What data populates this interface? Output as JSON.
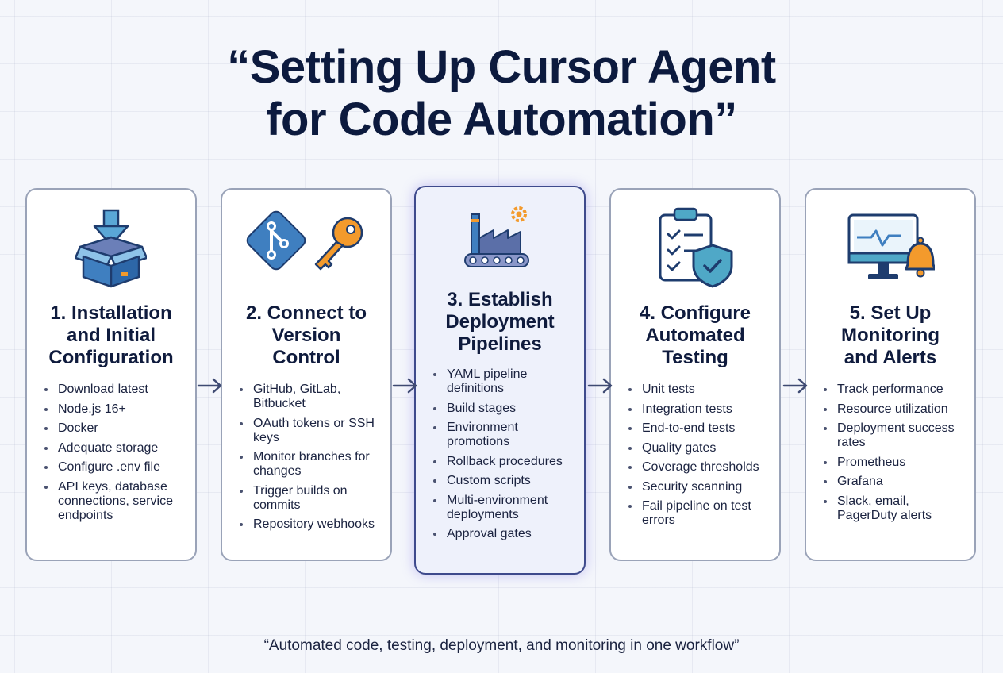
{
  "title": {
    "line1": "“Setting Up Cursor Agent",
    "line2": "for Code Automation”"
  },
  "steps": [
    {
      "heading": [
        "1. Installation",
        "and Initial",
        "Configuration"
      ],
      "icon": "package-download-icon",
      "items": [
        "Download latest",
        "Node.js 16+",
        "Docker",
        "Adequate storage",
        "Configure .env file",
        "API keys, database connections, service endpoints"
      ]
    },
    {
      "heading": [
        "2. Connect to",
        "Version",
        "Control"
      ],
      "icon": "git-and-key-icon",
      "items": [
        "GitHub, GitLab, Bitbucket",
        "OAuth tokens or SSH keys",
        "Monitor branches for changes",
        "Trigger builds on commits",
        "Repository webhooks"
      ]
    },
    {
      "heading": [
        "3. Establish",
        "Deployment",
        "Pipelines"
      ],
      "icon": "factory-pipeline-icon",
      "items": [
        "YAML pipeline definitions",
        "Build stages",
        "Environment promotions",
        "Rollback procedures",
        "Custom scripts",
        "Multi-environment deployments",
        "Approval gates"
      ]
    },
    {
      "heading": [
        "4. Configure",
        "Automated",
        "Testing"
      ],
      "icon": "clipboard-shield-icon",
      "items": [
        "Unit tests",
        "Integration tests",
        "End-to-end tests",
        "Quality gates",
        "Coverage thresholds",
        "Security scanning",
        "Fail pipeline on test errors"
      ]
    },
    {
      "heading": [
        "5. Set Up",
        "Monitoring",
        "and Alerts"
      ],
      "icon": "monitor-bell-icon",
      "items": [
        "Track performance",
        "Resource utilization",
        "Deployment success rates",
        "Prometheus",
        "Grafana",
        "Slack, email, PagerDuty alerts"
      ]
    }
  ],
  "footer": "“Automated code, testing, deployment, and monitoring in one workflow”",
  "colors": {
    "background": "#f4f6fb",
    "title": "#0c1a3e",
    "card_border": "#9aa3b8",
    "highlight_border": "#3e4a8c",
    "highlight_fill": "#eef1fb",
    "glow": "#7c6cf0",
    "arrow": "#3e4a72",
    "blue": "#3f7fc0",
    "orange": "#f39a2c",
    "teal": "#4fa8c7"
  }
}
